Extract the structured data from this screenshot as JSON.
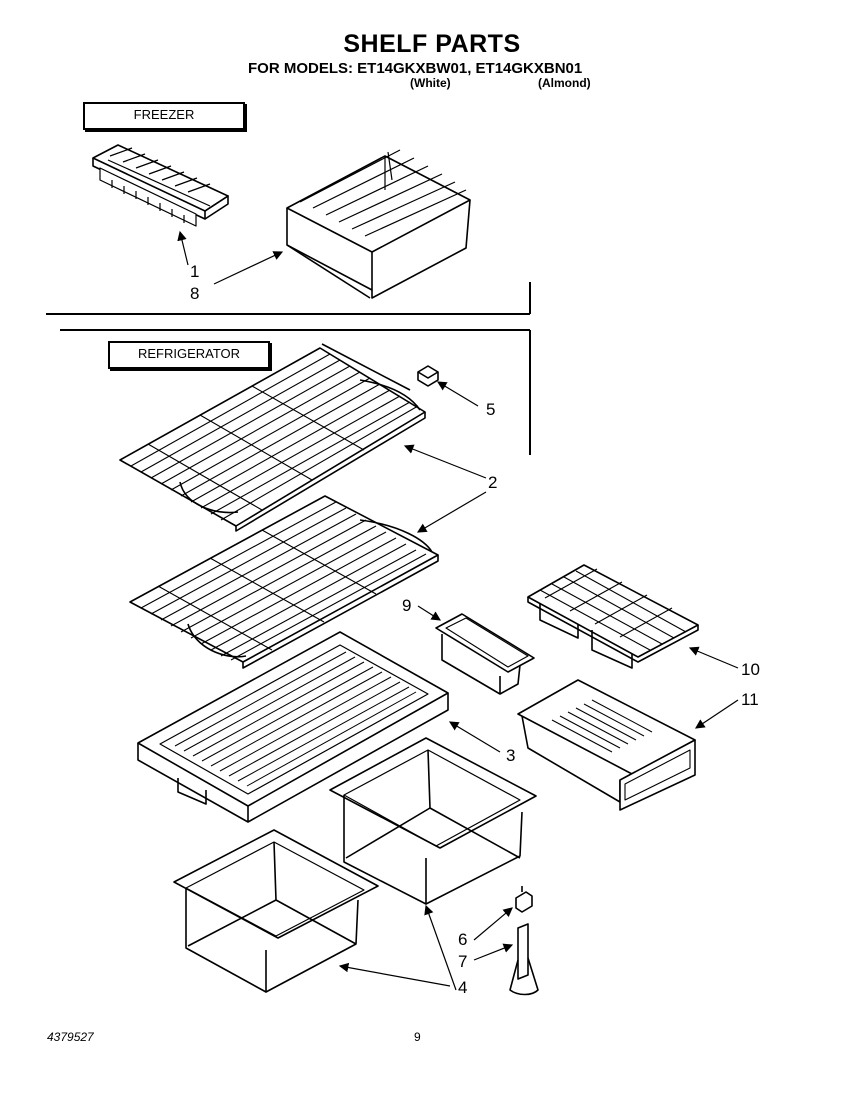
{
  "header": {
    "title": "SHELF PARTS",
    "models_line": "FOR MODELS: ET14GKXBW01, ET14GKXBN01",
    "color_white": "(White)",
    "color_almond": "(Almond)"
  },
  "sections": {
    "freezer": "FREEZER",
    "refrigerator": "REFRIGERATOR"
  },
  "callouts": {
    "c1": "1",
    "c8": "8",
    "c5": "5",
    "c2": "2",
    "c9": "9",
    "c10": "10",
    "c11": "11",
    "c3": "3",
    "c6": "6",
    "c7": "7",
    "c4": "4"
  },
  "footer": {
    "doc_number": "4379527",
    "page_number": "9"
  }
}
